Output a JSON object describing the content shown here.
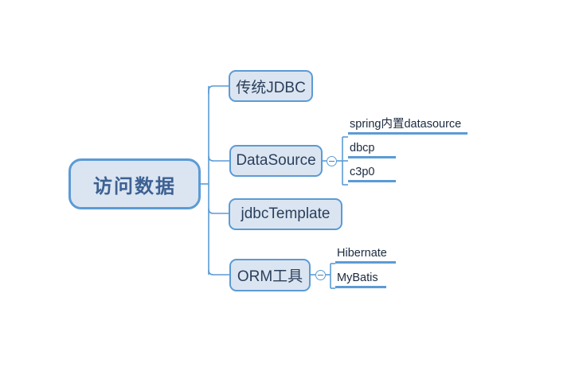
{
  "diagram": {
    "type": "mindmap",
    "title_node": "访问数据",
    "colors": {
      "node_fill": "#dbe5f1",
      "node_border": "#5b9bd5",
      "connector": "#5b9bd5",
      "leaf_bar": "#5b9bd5",
      "root_text": "#3d6193",
      "branch_text": "#2b3f5c",
      "leaf_text": "#1b2a3f",
      "background": "#ffffff"
    },
    "root": {
      "label": "访问数据"
    },
    "branches": [
      {
        "label": "传统JDBC",
        "toggle": null,
        "children": []
      },
      {
        "label": "DataSource",
        "toggle": "collapse-minus",
        "children": [
          {
            "label": "spring内置datasource"
          },
          {
            "label": "dbcp"
          },
          {
            "label": "c3p0"
          }
        ]
      },
      {
        "label": "jdbcTemplate",
        "toggle": null,
        "children": []
      },
      {
        "label": "ORM工具",
        "toggle": "collapse-minus",
        "children": [
          {
            "label": "Hibernate"
          },
          {
            "label": "MyBatis"
          }
        ]
      }
    ]
  }
}
